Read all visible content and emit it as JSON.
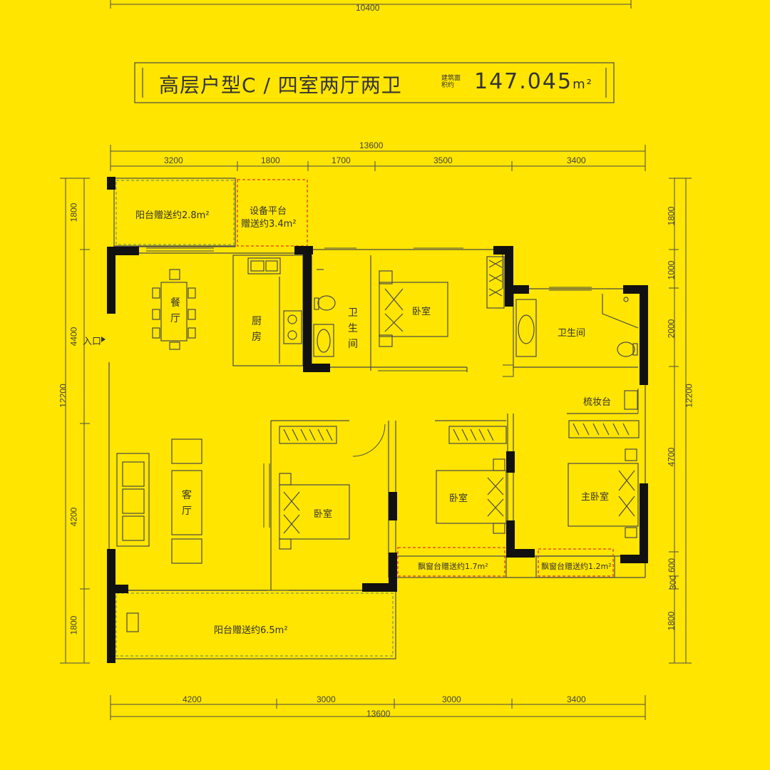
{
  "title": {
    "plan_name": "高层户型C / 四室两厅两卫",
    "area_label": "建筑面积约",
    "area_value": "147.045",
    "area_unit": "m²"
  },
  "top_residual_dim": "10400",
  "dims": {
    "top_total": "13600",
    "top_segments": [
      "3200",
      "1800",
      "1700",
      "3500",
      "3400"
    ],
    "bottom_total": "13600",
    "bottom_segments": [
      "4200",
      "3000",
      "3000",
      "3400"
    ],
    "left_total": "12200",
    "left_segments": [
      "1800",
      "4400",
      "4200",
      "1800"
    ],
    "right_total": "12200",
    "right_segments": [
      "1800",
      "1000",
      "2000",
      "4700",
      "600",
      "300",
      "1800"
    ]
  },
  "rooms": {
    "balcony_north": "阳台赠送约2.8m²",
    "equipment_platform_line1": "设备平台",
    "equipment_platform_line2": "赠送约3.4m²",
    "dining": "餐厅",
    "kitchen": "厨房",
    "bathroom_1": "卫生间",
    "bedroom_north": "卧室",
    "bathroom_master": "卫生间",
    "vanity": "梳妆台",
    "entrance": "入口",
    "living": "客厅",
    "bedroom_center": "卧室",
    "bedroom_south": "卧室",
    "master_bedroom": "主卧室",
    "bay_window_1": "飘窗台赠送约1.7m²",
    "bay_window_2": "飘窗台赠送约1.2m²",
    "balcony_south": "阳台赠送约6.5m²"
  },
  "colors": {
    "background": "#ffe500",
    "wall": "#111111",
    "line": "#4a4a4a",
    "bonus_dash": "#e0392b"
  }
}
